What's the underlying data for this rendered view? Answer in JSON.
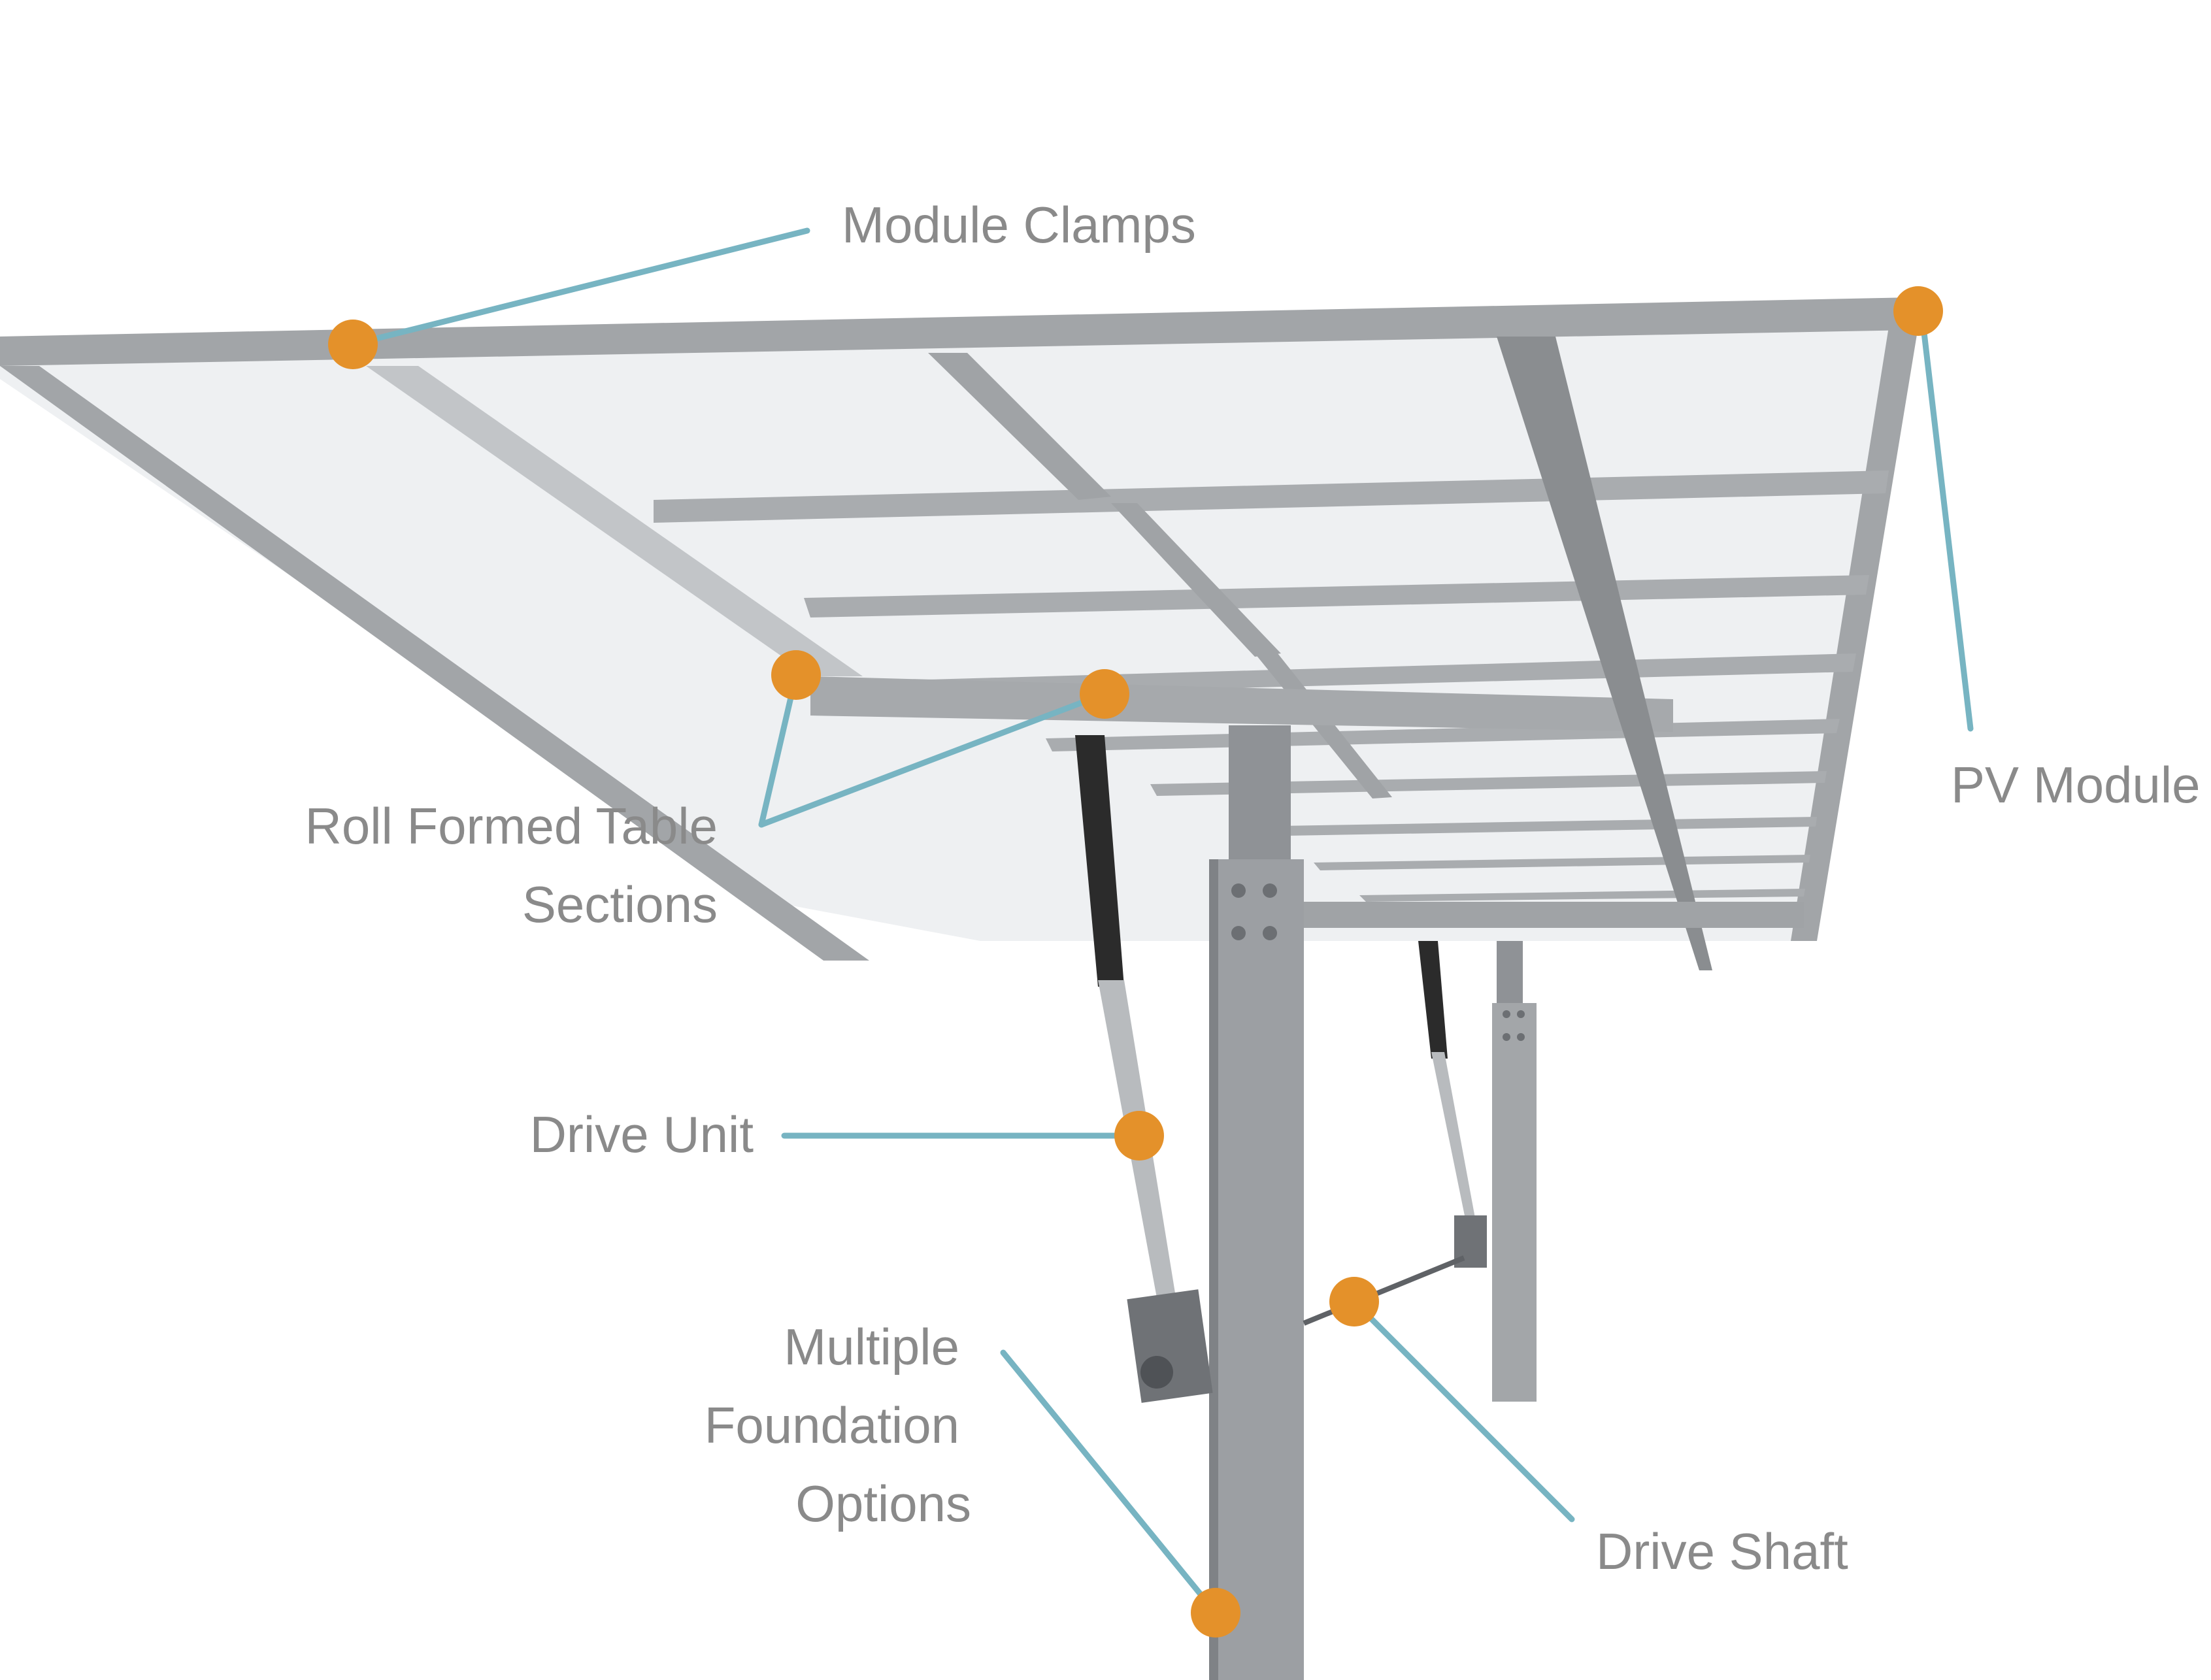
{
  "labels": {
    "module_clamps": "Module Clamps",
    "pv_module": "PV Module",
    "roll_formed_line1": "Roll Formed Table",
    "roll_formed_line2": "Sections",
    "drive_unit": "Drive Unit",
    "foundation_line1": "Multiple",
    "foundation_line2": "Foundation",
    "foundation_line3": "Options",
    "drive_shaft": "Drive Shaft"
  },
  "colors": {
    "callout_line": "#77b4c2",
    "callout_dot": "#e4912a",
    "label_text": "#8a8a8a",
    "panel": "#eef0f2",
    "rail": "#a2a5a8",
    "rail_dark": "#8a8d90",
    "post": "#9c9fa3",
    "post_dark": "#7f8286"
  }
}
